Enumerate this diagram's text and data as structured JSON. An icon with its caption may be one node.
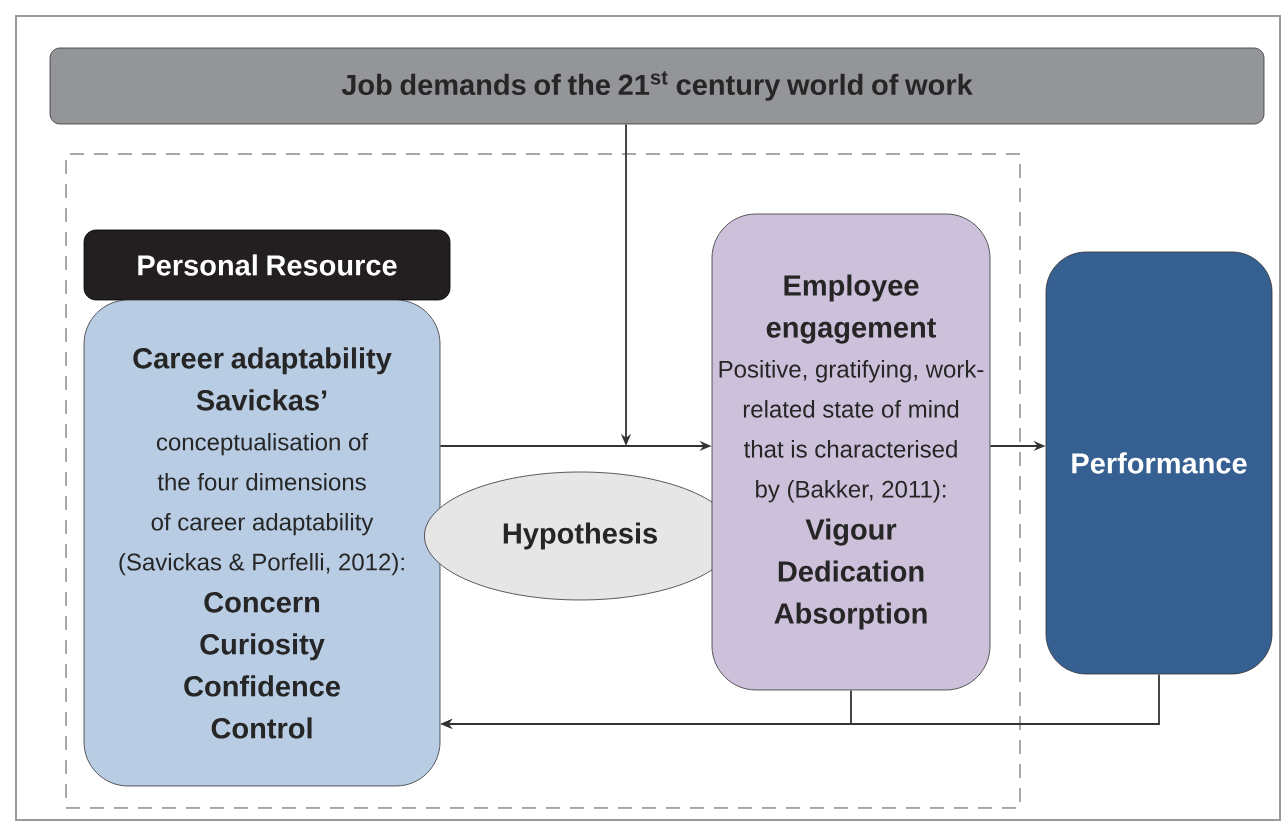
{
  "diagram": {
    "nodes": [
      {
        "text": [
          "Job demands of the 21$^{st}$ century world of work"
        ]
      },
      {
        "text": [],
        "shape": "box"
      },
      {
        "text": [
          "Personal Resource"
        ],
        "in": 1
      },
      {
        "text": [
          "Career adaptability Savickas’",
          "conceptualisation of the four dimensions of career adaptability (Savickas & Porfelli, 2012):",
          "Concern",
          "Curiosity",
          "Confidence",
          "Control"
        ],
        "in": 1
      },
      {
        "text": [
          "Hypothesis"
        ],
        "in": 1
      },
      {
        "text": [
          "Employee engagement",
          "Positive, gratifying, work-related state of mind that is characterised by (Bakker, 2011):",
          "Vigour",
          "Dedication",
          "Absorption"
        ],
        "in": 1
      },
      {
        "text": [
          "Performance"
        ]
      }
    ],
    "edges": [
      {
        "from": 3,
        "to": 5,
        "arrow": "to"
      },
      {
        "from": 0,
        "to": null,
        "arrow": "to"
      },
      {
        "from": 5,
        "to": 6,
        "arrow": "to"
      },
      {
        "from": 5,
        "to": 3,
        "arrow": "to"
      },
      {
        "from": 6,
        "to": 3,
        "arrow": "to"
      }
    ]
  }
}
